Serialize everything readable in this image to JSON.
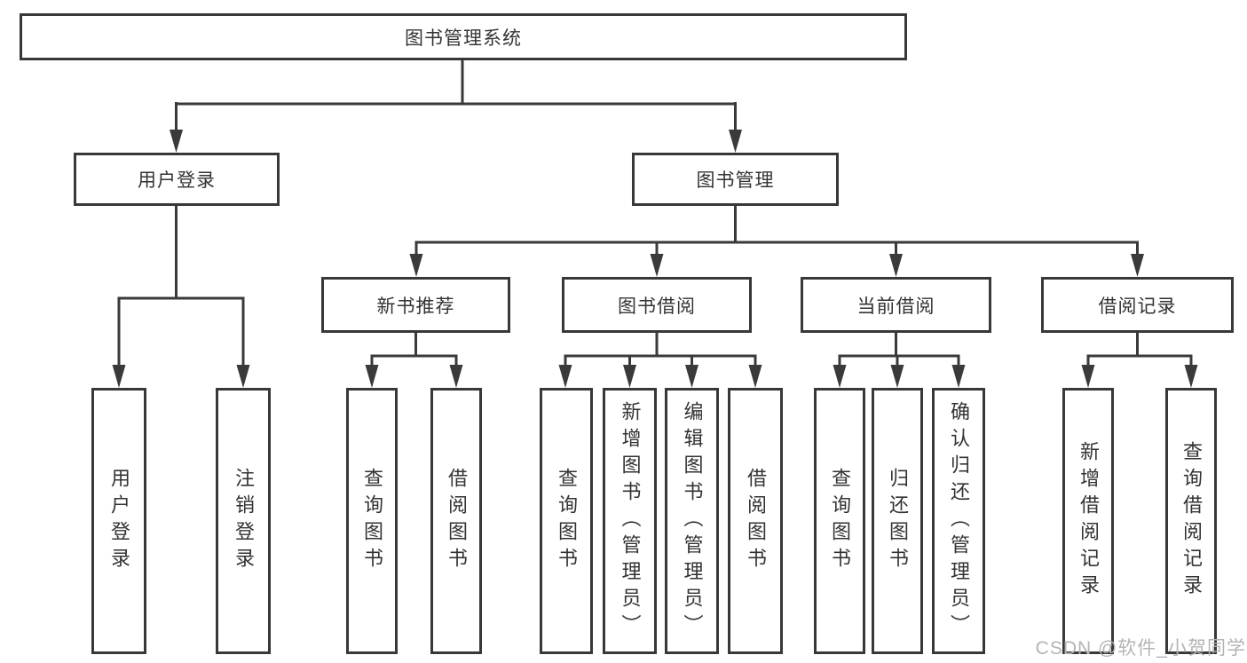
{
  "colors": {
    "background": "#ffffff",
    "line": "#3a3a3a",
    "box_border": "#383838",
    "text": "#333333",
    "watermark": "#b4b4b4"
  },
  "diagram": {
    "root": {
      "label": "图书管理系统"
    },
    "branches": [
      {
        "label": "用户登录",
        "children": [
          {
            "label": "用户登录"
          },
          {
            "label": "注销登录"
          }
        ]
      },
      {
        "label": "图书管理",
        "children": [
          {
            "label": "新书推荐",
            "children": [
              {
                "label": "查询图书"
              },
              {
                "label": "借阅图书"
              }
            ]
          },
          {
            "label": "图书借阅",
            "children": [
              {
                "label": "查询图书"
              },
              {
                "label": "新增图书（管理员）"
              },
              {
                "label": "编辑图书（管理员）"
              },
              {
                "label": "借阅图书"
              }
            ]
          },
          {
            "label": "当前借阅",
            "children": [
              {
                "label": "查询图书"
              },
              {
                "label": "归还图书"
              },
              {
                "label": "确认归还（管理员）"
              }
            ]
          },
          {
            "label": "借阅记录",
            "children": [
              {
                "label": "新增借阅记录"
              },
              {
                "label": "查询借阅记录"
              }
            ]
          }
        ]
      }
    ]
  },
  "watermark": {
    "text": "CSDN @软件_小贺同学"
  }
}
